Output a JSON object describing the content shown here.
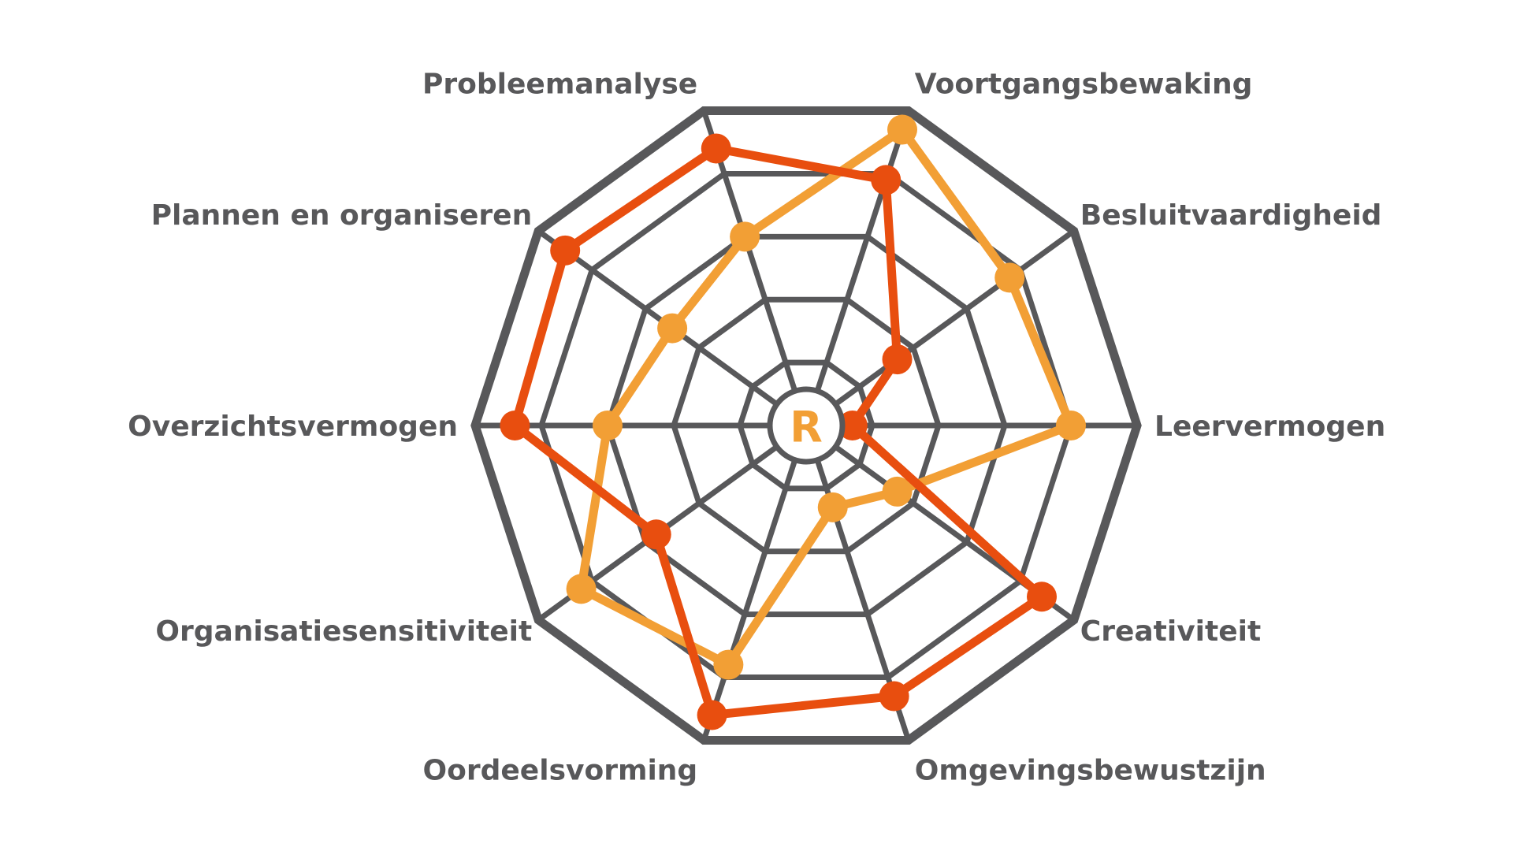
{
  "chart_data": {
    "type": "radar",
    "title": "",
    "axes": [
      "Leervermogen",
      "Besluitvaardigheid",
      "Voortgangsbewaking",
      "Probleemanalyse",
      "Plannen en organiseren",
      "Overzichtsvermogen",
      "Organisatiesensitiviteit",
      "Oordeelsvorming",
      "Omgevingsbewustzijn",
      "Creativiteit"
    ],
    "rings": 5,
    "range": [
      0,
      5
    ],
    "grid": true,
    "legend": "none",
    "series": [
      {
        "color": "#e84e0f",
        "values": [
          0.7,
          1.7,
          3.9,
          4.4,
          4.5,
          4.4,
          2.8,
          4.6,
          4.3,
          4.4
        ]
      },
      {
        "color": "#f29f35",
        "values": [
          4.0,
          3.8,
          4.7,
          3.0,
          2.5,
          3.0,
          4.2,
          3.8,
          1.3,
          1.7
        ]
      }
    ]
  },
  "center_logo": {
    "letter": "R"
  },
  "colors": {
    "grid": "#58585a",
    "label": "#58585a",
    "series_dark": "#e84e0f",
    "series_light": "#f29f35"
  }
}
